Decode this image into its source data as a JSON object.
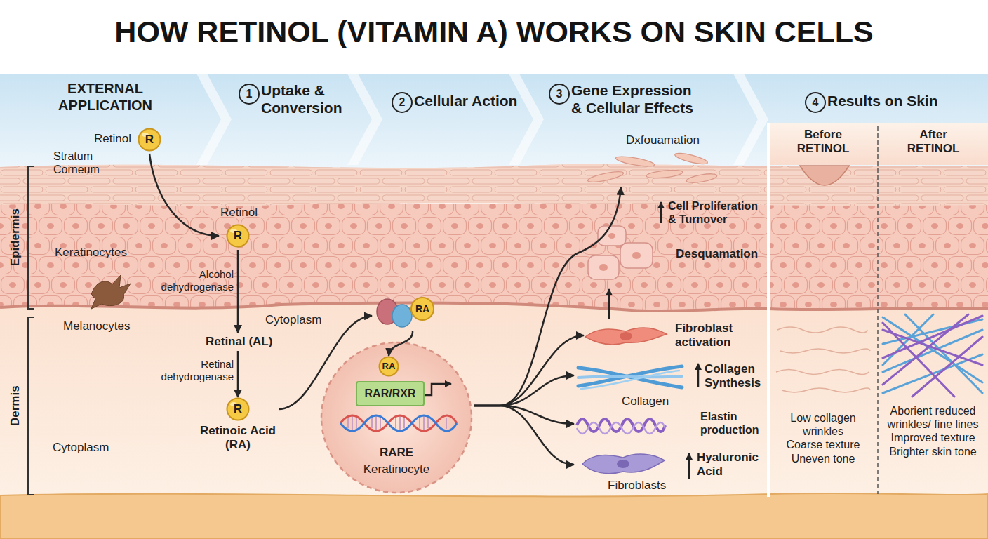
{
  "diagram": {
    "title": "HOW RETINOL (VITAMIN A) WORKS ON SKIN CELLS",
    "nodes": [
      {
        "text": [
          "EXTERNAL APPLICATION"
        ]
      },
      {
        "text": [
          "1",
          "Uptake & Conversion"
        ]
      },
      {
        "text": [
          "2",
          "Cellular Action"
        ]
      },
      {
        "text": [
          "3",
          "Gene Expression & Cellular Effects"
        ]
      },
      {
        "text": [
          "4",
          "Results on Skin"
        ]
      },
      {
        "text": [
          "Retinol",
          "R"
        ]
      },
      {
        "text": [
          "Retinol",
          "R"
        ]
      },
      {
        "text": [
          "Retinal (AL)"
        ]
      },
      {
        "text": [
          "R",
          "Retinoic Acid (RA)"
        ]
      },
      {
        "text": [
          "RA"
        ]
      },
      {
        "text": [
          "RARE",
          "Keratinocyte"
        ]
      },
      {
        "text": [
          "RA"
        ],
        "in": 10
      },
      {
        "text": [
          "RAR/RXR"
        ],
        "in": 10
      },
      {
        "text": [
          "Dxfouamation"
        ]
      },
      {
        "text": [
          "Fibroblast activation"
        ]
      },
      {
        "text": [
          "Collagen Synthesis",
          "Collagen"
        ]
      },
      {
        "text": [
          "Elastin production"
        ]
      },
      {
        "text": [
          "Hyaluronic Acid",
          "Fibroblasts"
        ]
      },
      {
        "text": [
          "Before RETINOL",
          "Low collagen wrinkles Coarse texture Uneven tone"
        ]
      },
      {
        "text": [
          "After RETINOL",
          "Aborient reduced wrinkles/ fine lines Improved texture Brighter skin tone"
        ]
      }
    ],
    "edges": [
      {
        "from": 5,
        "to": 6,
        "arrow": "to"
      },
      {
        "from": 6,
        "to": 7,
        "label": "Alcohol dehydrogenase",
        "arrow": "to"
      },
      {
        "from": 7,
        "to": 8,
        "label": "Retinal dehydrogenase",
        "arrow": "to"
      },
      {
        "from": 8,
        "to": 9,
        "arrow": "to"
      },
      {
        "from": 9,
        "to": 11,
        "arrow": "to"
      },
      {
        "from": 10,
        "to": 13,
        "arrow": "to"
      },
      {
        "from": 10,
        "to": 14,
        "arrow": "to"
      },
      {
        "from": 10,
        "to": 15,
        "arrow": "to"
      },
      {
        "from": 10,
        "to": 16,
        "arrow": "to"
      },
      {
        "from": 10,
        "to": 17,
        "arrow": "to"
      }
    ],
    "labels": [
      "Stratum Corneum",
      "Epidermis",
      "Dermis",
      "Keratinocytes",
      "Melanocytes",
      "Cytoplasm",
      "Cytoplasm",
      "Cell Proliferation & Turnover",
      "Desquamation"
    ]
  }
}
